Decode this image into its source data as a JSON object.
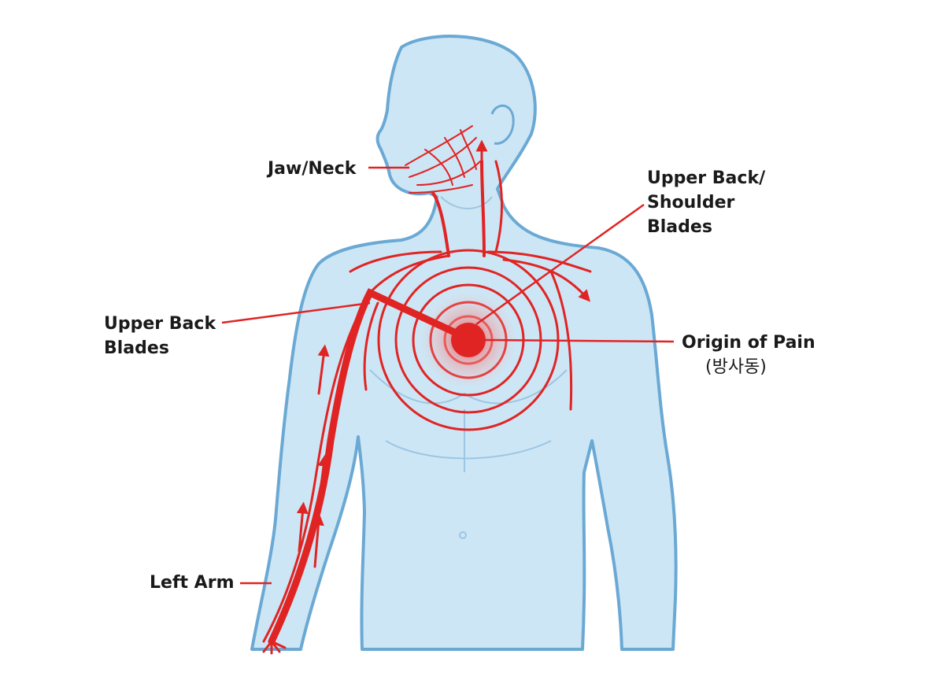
{
  "labels": {
    "jaw_neck": "Jaw/Neck",
    "upper_back_shoulder": [
      "Upper Back/",
      "Shoulder",
      "Blades"
    ],
    "upper_back_blades": [
      "Upper Back",
      "Blades"
    ],
    "origin": "Origin of Pain",
    "origin_sub": "(방사동)",
    "left_arm": "Left Arm"
  },
  "colors": {
    "body_fill": "#cde6f5",
    "body_outline": "#6aa9d4",
    "pain_red": "#e02424",
    "glow": "#f6a0a0",
    "text": "#1a1a1a"
  }
}
